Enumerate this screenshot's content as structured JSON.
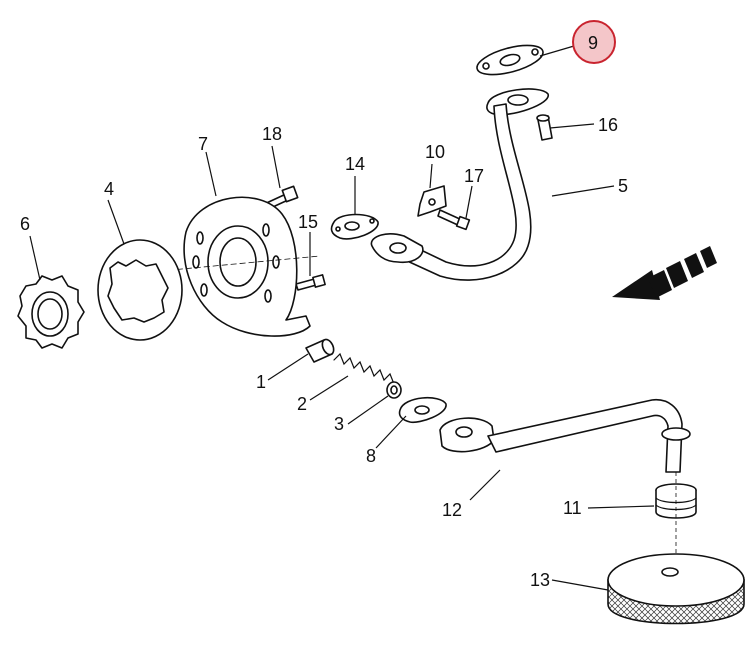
{
  "diagram": {
    "labels": {
      "p1": "1",
      "p2": "2",
      "p3": "3",
      "p4": "4",
      "p5": "5",
      "p6": "6",
      "p7": "7",
      "p8": "8",
      "p9": "9",
      "p10": "10",
      "p11": "11",
      "p12": "12",
      "p13": "13",
      "p14": "14",
      "p15": "15",
      "p16": "16",
      "p17": "17",
      "p18": "18"
    },
    "highlighted_part": "9",
    "colors": {
      "highlight_fill": "#f4c6c9",
      "highlight_stroke": "#c9242f",
      "line": "#111111"
    }
  }
}
